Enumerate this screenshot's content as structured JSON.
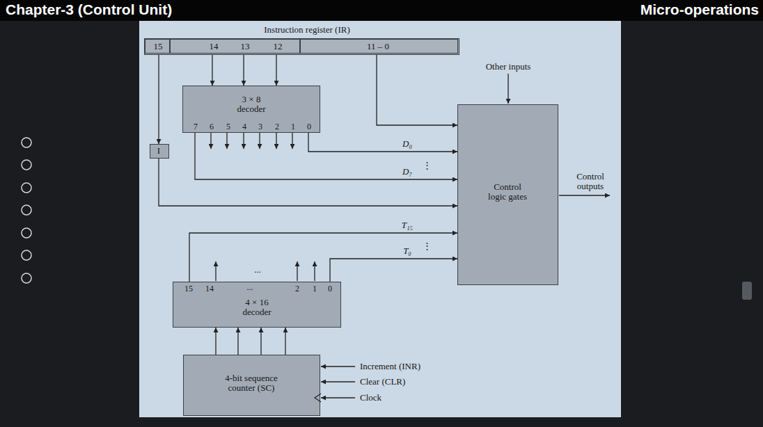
{
  "diagram": {
    "title": "Chapter-3 (Control Unit)",
    "nodes": [
      {
        "text": [
          "Instruction register (IR)"
        ]
      },
      {
        "text": [
          "15"
        ],
        "in": 0
      },
      {
        "text": [
          "14",
          "13",
          "12"
        ],
        "in": 0
      },
      {
        "text": [
          "11 – 0"
        ],
        "in": 0
      },
      {
        "text": [
          "3 × 8 decoder",
          "7",
          "6",
          "5",
          "4",
          "3",
          "2",
          "1",
          "0"
        ]
      },
      {
        "text": [
          "I"
        ]
      },
      {
        "text": [
          "Control logic gates"
        ]
      },
      {
        "text": [
          "4 × 16 decoder",
          "15",
          "14",
          "...",
          "2",
          "1",
          "0"
        ]
      },
      {
        "text": [
          "4-bit sequence counter (SC)"
        ]
      }
    ],
    "edges": [
      {
        "from": 1,
        "to": 5,
        "arrow": "to"
      },
      {
        "from": 2,
        "to": 4,
        "arrow": "to"
      },
      {
        "from": 2,
        "to": 4,
        "arrow": "to"
      },
      {
        "from": 2,
        "to": 4,
        "arrow": "to"
      },
      {
        "from": 3,
        "to": 6,
        "arrow": "to"
      },
      {
        "from": 4,
        "to": 6,
        "label": "D₀",
        "arrow": "to"
      },
      {
        "from": 4,
        "to": 6,
        "label": "D₇",
        "arrow": "to"
      },
      {
        "from": 5,
        "to": 6,
        "arrow": "to"
      },
      {
        "from": 7,
        "to": 6,
        "label": "T₁₅",
        "arrow": "to"
      },
      {
        "from": 7,
        "to": 6,
        "label": "T₀",
        "arrow": "to"
      },
      {
        "from": 8,
        "to": 7,
        "arrow": "to"
      },
      {
        "from": 8,
        "to": 7,
        "arrow": "to"
      },
      {
        "from": 8,
        "to": 7,
        "arrow": "to"
      },
      {
        "from": 8,
        "to": 7,
        "arrow": "to"
      }
    ],
    "labels": [
      "Micro-operations",
      "Other inputs",
      "Control outputs",
      "Increment (INR)",
      "Clear (CLR)",
      "Clock",
      "⋮",
      "⋮",
      "..."
    ]
  }
}
